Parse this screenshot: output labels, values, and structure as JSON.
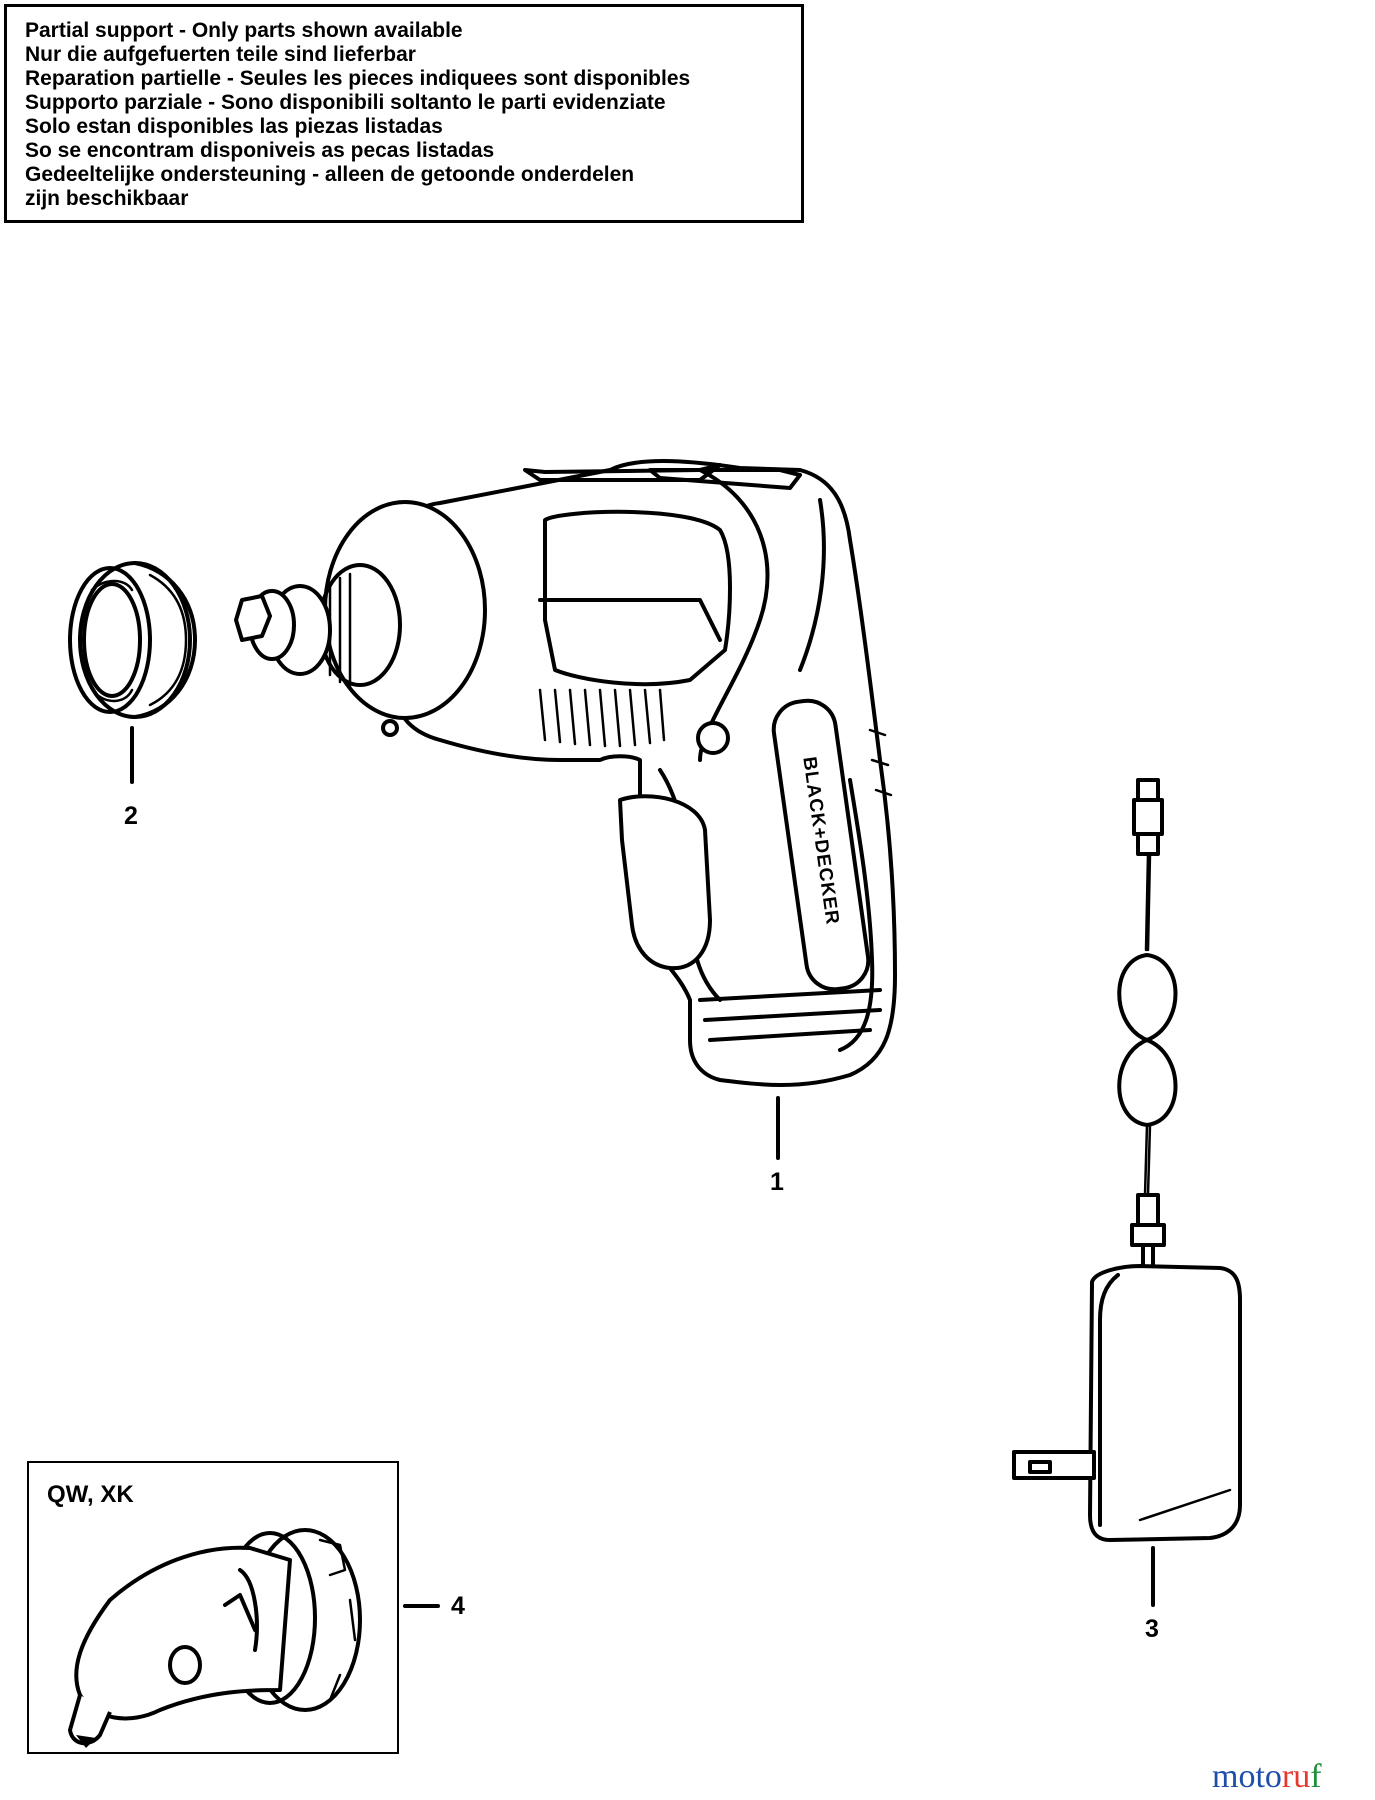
{
  "notice": {
    "lines": [
      "Partial support - Only parts shown available",
      "Nur die aufgefuerten teile sind lieferbar",
      "Reparation partielle - Seules les pieces indiquees sont disponibles",
      "Supporto parziale - Sono disponibili soltanto le parti evidenziate",
      "Solo estan disponibles las piezas listadas",
      "So se encontram disponiveis as pecas listadas",
      "Gedeeltelijke ondersteuning - alleen de getoonde onderdelen",
      "zijn beschikbaar"
    ]
  },
  "parts": {
    "screwdriver": {
      "callout": "1",
      "brand": "BLACK+DECKER"
    },
    "collar": {
      "callout": "2"
    },
    "charger": {
      "callout": "3"
    },
    "angle_attachment": {
      "callout": "4",
      "variant_label": "QW, XK"
    }
  },
  "watermark": {
    "part1": "moto",
    "part2": "ru",
    "part3": "f"
  },
  "colors": {
    "ink": "#000000",
    "background": "#ffffff"
  }
}
